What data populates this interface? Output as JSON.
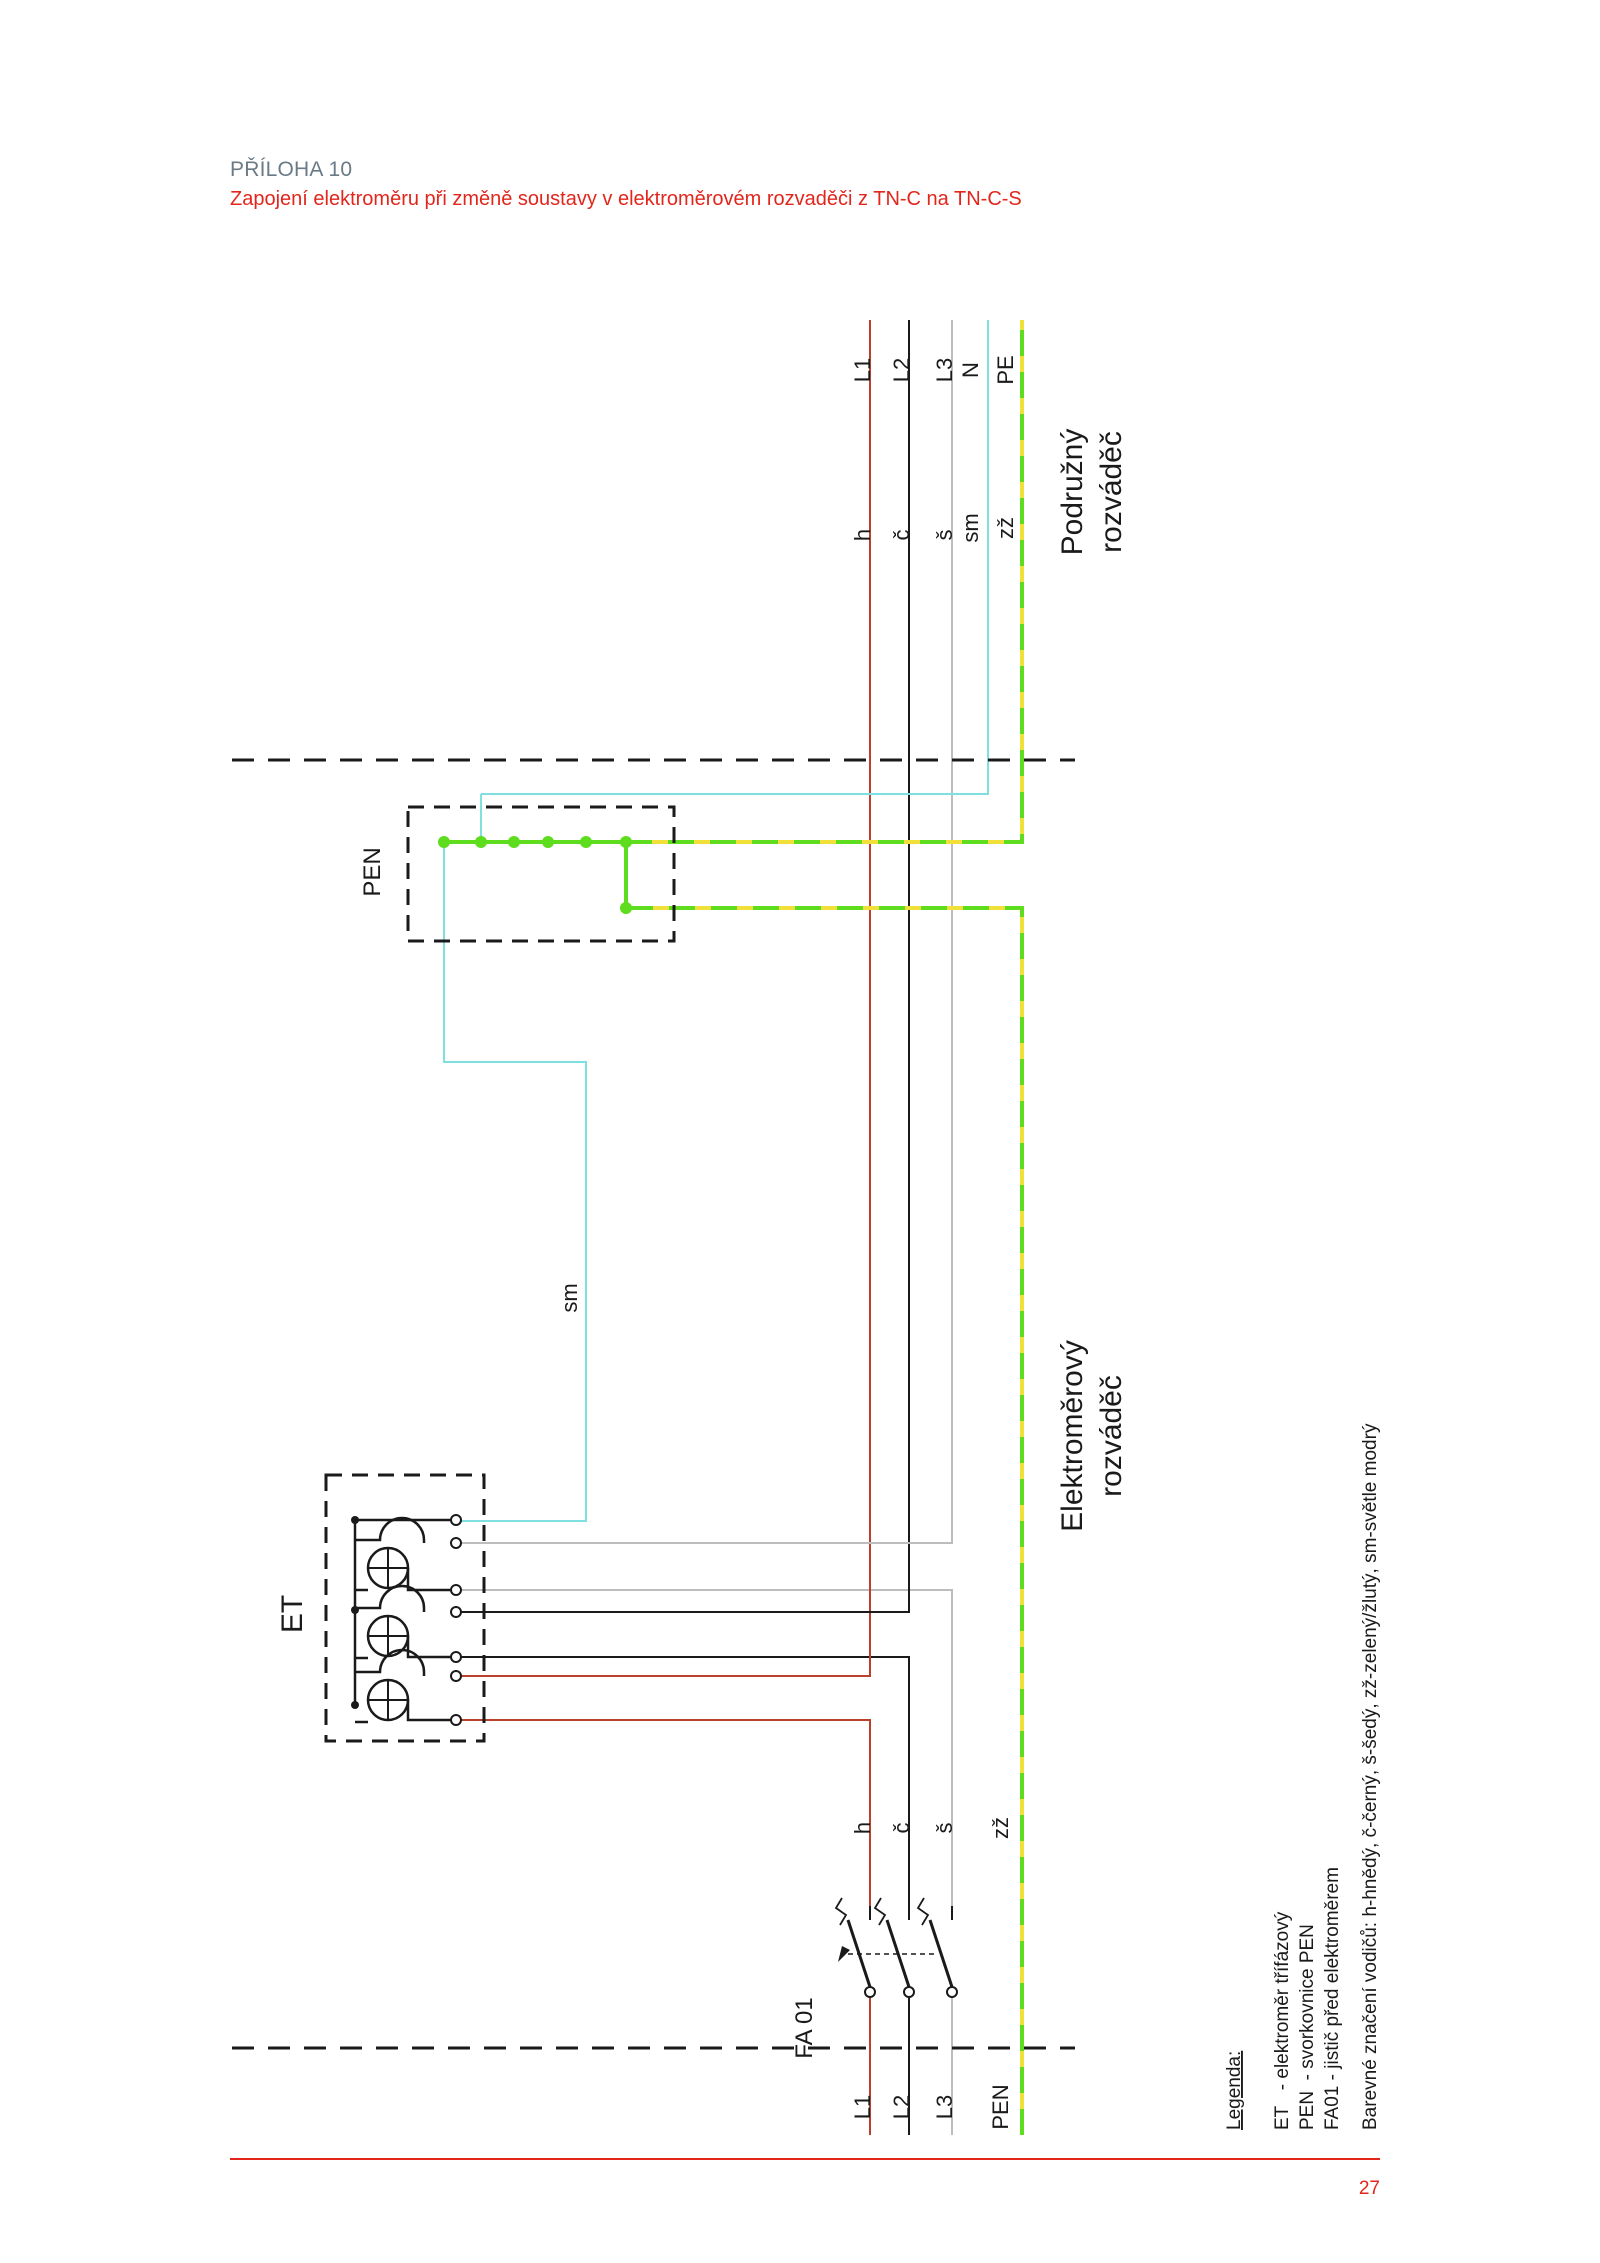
{
  "header": {
    "appendix": "PŘÍLOHA 10",
    "subtitle": "Zapojení elektroměru při změně soustavy v elektroměrovém rozvaděči z TN-C na TN-C-S"
  },
  "incoming": {
    "L1": "L1",
    "L2": "L2",
    "L3": "L3",
    "PEN": "PEN"
  },
  "outgoing": {
    "L1": "L1",
    "L2": "L2",
    "L3": "L3",
    "N": "N",
    "PE": "PE"
  },
  "color_codes": {
    "brown": "h",
    "black": "č",
    "grey": "š",
    "green_yellow": "zž",
    "light_blue": "sm"
  },
  "components": {
    "breaker": "FA 01",
    "meter": "ET",
    "terminal": "PEN"
  },
  "zones": {
    "meter_board_line1": "Elektroměrový",
    "meter_board_line2": "rozváděč",
    "sub_board_line1": "Podružný",
    "sub_board_line2": "rozváděč"
  },
  "legend": {
    "title": "Legenda:",
    "items": [
      "ET   - elektroměr třífázový",
      "PEN  - svorkovnice PEN",
      "FA01 - jistič před elektroměrem"
    ],
    "colors_note": "Barevné značení vodičů: h-hnědý, č-černý, š-šedý, zž-zelený/žlutý, sm-světle modrý"
  },
  "wire_colors": {
    "brown": "#b8402c",
    "black": "#1a1a1a",
    "grey": "#bdbdbd",
    "green": "#5edc1e",
    "yellow": "#f1e03a",
    "light_blue": "#7ee0e0",
    "accent": "#e2261c"
  },
  "page_number": "27"
}
